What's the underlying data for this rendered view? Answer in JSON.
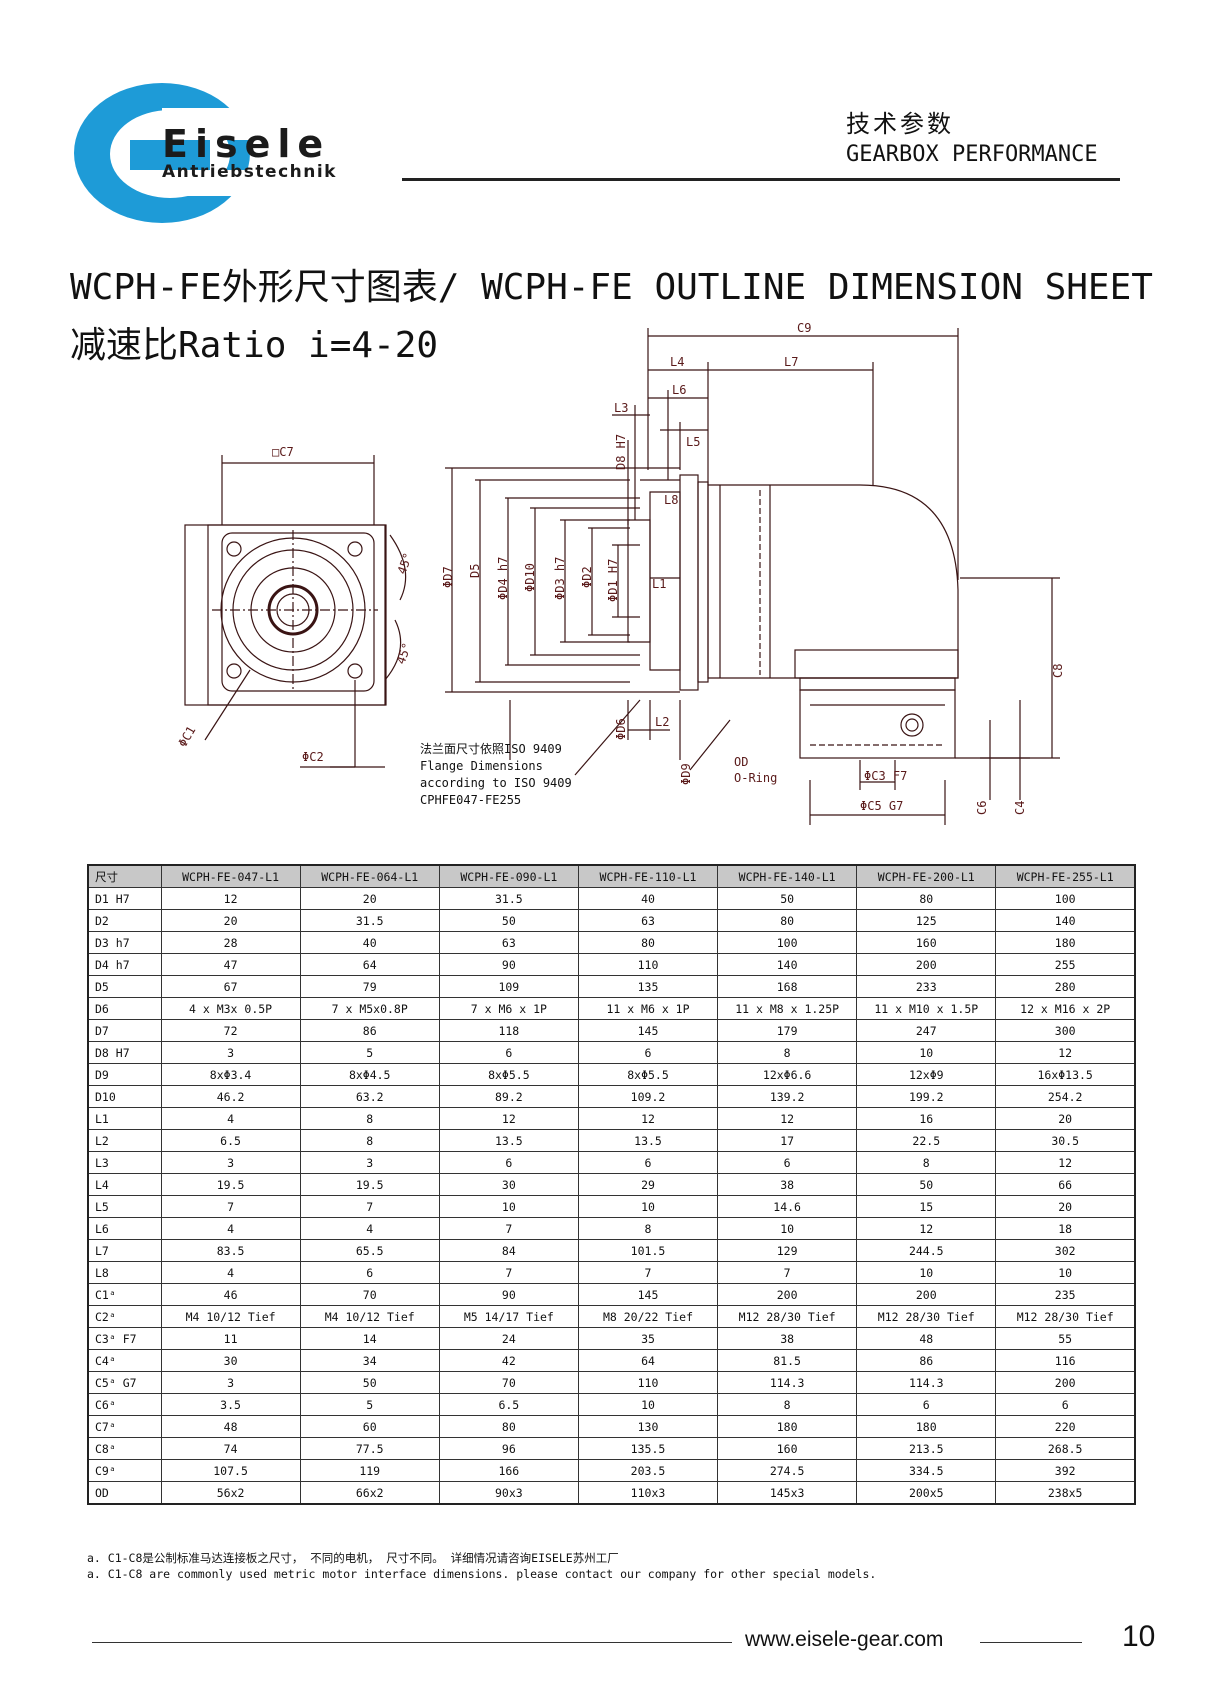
{
  "header": {
    "brand": "Eisele",
    "brand_sub": "Antriebstechnik",
    "title_cn": "技术参数",
    "title_en": "GEARBOX PERFORMANCE"
  },
  "title": "WCPH-FE外形尺寸图表/ WCPH-FE OUTLINE DIMENSION SHEET",
  "ratio": "减速比Ratio  i=4-20",
  "drawing": {
    "labels": {
      "c7": "□C7",
      "c1": "ΦC1",
      "c2": "ΦC2",
      "angle1": "45°",
      "angle2": "45°",
      "c9": "C9",
      "l4": "L4",
      "l7": "L7",
      "l6": "L6",
      "l3": "L3",
      "d8": "D8 H7",
      "l5": "L5",
      "l8": "L8",
      "d7": "ΦD7",
      "d5": "D5",
      "d4": "ΦD4 h7",
      "d10": "ΦD10",
      "d3": "ΦD3 h7",
      "d2": "ΦD2",
      "d1": "ΦD1 H7",
      "l1": "L1",
      "l2": "L2",
      "d6": "ΦD6",
      "d9": "ΦD9",
      "od": "OD",
      "oring": "O-Ring",
      "c8": "C8",
      "c3": "ΦC3 F7",
      "c5": "ΦC5 G7",
      "c6": "C6",
      "c4": "C4"
    },
    "flange_note": [
      "法兰面尺寸依照ISO 9409",
      "Flange Dimensions",
      "according to ISO 9409",
      "CPHFE047-FE255"
    ]
  },
  "table": {
    "headers": [
      "尺寸",
      "WCPH-FE-047-L1",
      "WCPH-FE-064-L1",
      "WCPH-FE-090-L1",
      "WCPH-FE-110-L1",
      "WCPH-FE-140-L1",
      "WCPH-FE-200-L1",
      "WCPH-FE-255-L1"
    ],
    "rows": [
      [
        "D1 H7",
        "12",
        "20",
        "31.5",
        "40",
        "50",
        "80",
        "100"
      ],
      [
        "D2",
        "20",
        "31.5",
        "50",
        "63",
        "80",
        "125",
        "140"
      ],
      [
        "D3 h7",
        "28",
        "40",
        "63",
        "80",
        "100",
        "160",
        "180"
      ],
      [
        "D4 h7",
        "47",
        "64",
        "90",
        "110",
        "140",
        "200",
        "255"
      ],
      [
        "D5",
        "67",
        "79",
        "109",
        "135",
        "168",
        "233",
        "280"
      ],
      [
        "D6",
        "4 x M3x 0.5P",
        "7 x M5x0.8P",
        "7 x M6 x 1P",
        "11 x M6 x 1P",
        "11 x M8 x 1.25P",
        "11 x M10 x 1.5P",
        "12 x M16 x 2P"
      ],
      [
        "D7",
        "72",
        "86",
        "118",
        "145",
        "179",
        "247",
        "300"
      ],
      [
        "D8 H7",
        "3",
        "5",
        "6",
        "6",
        "8",
        "10",
        "12"
      ],
      [
        "D9",
        "8xΦ3.4",
        "8xΦ4.5",
        "8xΦ5.5",
        "8xΦ5.5",
        "12xΦ6.6",
        "12xΦ9",
        "16xΦ13.5"
      ],
      [
        "D10",
        "46.2",
        "63.2",
        "89.2",
        "109.2",
        "139.2",
        "199.2",
        "254.2"
      ],
      [
        "L1",
        "4",
        "8",
        "12",
        "12",
        "12",
        "16",
        "20"
      ],
      [
        "L2",
        "6.5",
        "8",
        "13.5",
        "13.5",
        "17",
        "22.5",
        "30.5"
      ],
      [
        "L3",
        "3",
        "3",
        "6",
        "6",
        "6",
        "8",
        "12"
      ],
      [
        "L4",
        "19.5",
        "19.5",
        "30",
        "29",
        "38",
        "50",
        "66"
      ],
      [
        "L5",
        "7",
        "7",
        "10",
        "10",
        "14.6",
        "15",
        "20"
      ],
      [
        "L6",
        "4",
        "4",
        "7",
        "8",
        "10",
        "12",
        "18"
      ],
      [
        "L7",
        "83.5",
        "65.5",
        "84",
        "101.5",
        "129",
        "244.5",
        "302"
      ],
      [
        "L8",
        "4",
        "6",
        "7",
        "7",
        "7",
        "10",
        "10"
      ],
      [
        "C1ᵃ",
        "46",
        "70",
        "90",
        "145",
        "200",
        "200",
        "235"
      ],
      [
        "C2ᵃ",
        "M4 10/12 Tief",
        "M4 10/12 Tief",
        "M5 14/17 Tief",
        "M8 20/22 Tief",
        "M12 28/30 Tief",
        "M12 28/30 Tief",
        "M12 28/30 Tief"
      ],
      [
        "C3ᵃ F7",
        "11",
        "14",
        "24",
        "35",
        "38",
        "48",
        "55"
      ],
      [
        "C4ᵃ",
        "30",
        "34",
        "42",
        "64",
        "81.5",
        "86",
        "116"
      ],
      [
        "C5ᵃ G7",
        "3",
        "50",
        "70",
        "110",
        "114.3",
        "114.3",
        "200"
      ],
      [
        "C6ᵃ",
        "3.5",
        "5",
        "6.5",
        "10",
        "8",
        "6",
        "6"
      ],
      [
        "C7ᵃ",
        "48",
        "60",
        "80",
        "130",
        "180",
        "180",
        "220"
      ],
      [
        "C8ᵃ",
        "74",
        "77.5",
        "96",
        "135.5",
        "160",
        "213.5",
        "268.5"
      ],
      [
        "C9ᵃ",
        "107.5",
        "119",
        "166",
        "203.5",
        "274.5",
        "334.5",
        "392"
      ],
      [
        "OD",
        "56x2",
        "66x2",
        "90x3",
        "110x3",
        "145x3",
        "200x5",
        "238x5"
      ]
    ]
  },
  "footnotes": [
    "a. C1-C8是公制标准马达连接板之尺寸， 不同的电机， 尺寸不同。 详细情况请咨询EISELE苏州工厂",
    "a. C1-C8 are commonly used metric motor interface dimensions. please contact our company for other special models."
  ],
  "footer": {
    "url": "www.eisele-gear.com",
    "page": "10"
  },
  "colors": {
    "logo_blue": "#1e9bd7",
    "header_gray": "#c8c8c8"
  }
}
